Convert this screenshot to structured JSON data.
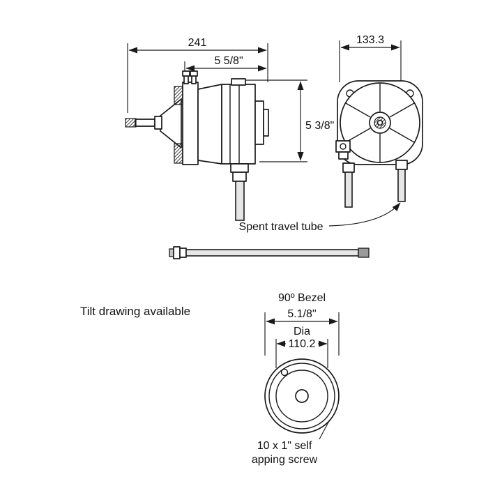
{
  "page": {
    "background": "#ffffff",
    "ink": "#1a1a1a"
  },
  "side_view": {
    "dim_width_mm": "241",
    "dim_width_in": "5 5/8\"",
    "dim_height_in": "5 3/8\""
  },
  "front_view": {
    "dim_width_mm": "133.3"
  },
  "callouts": {
    "spent_travel_tube": "Spent travel tube",
    "tilt_note": "Tilt drawing available"
  },
  "bezel": {
    "title": "90º Bezel",
    "dia_in": "5.1/8\"",
    "dia_word": "Dia",
    "dia_mm": "110.2",
    "screw_line1": "10 x 1\" self",
    "screw_line2": "apping screw"
  }
}
